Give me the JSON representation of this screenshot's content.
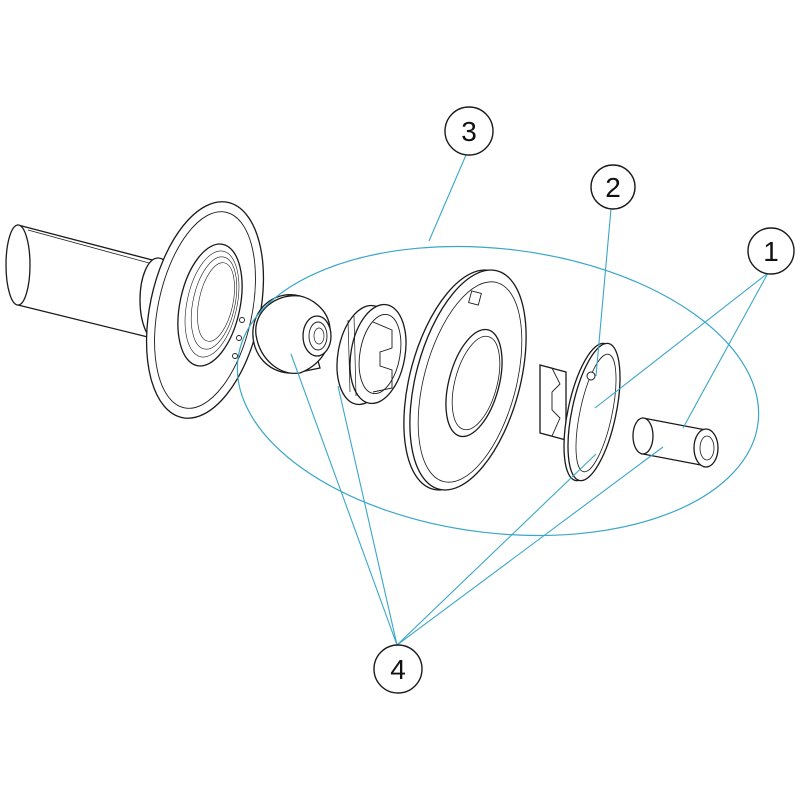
{
  "diagram": {
    "callouts": [
      {
        "id": "1",
        "label": "1"
      },
      {
        "id": "2",
        "label": "2"
      },
      {
        "id": "3",
        "label": "3"
      },
      {
        "id": "4",
        "label": "4"
      }
    ],
    "colors": {
      "outline": "#1a1a1a",
      "leader": "#3aa6c8",
      "background": "#ffffff"
    }
  }
}
